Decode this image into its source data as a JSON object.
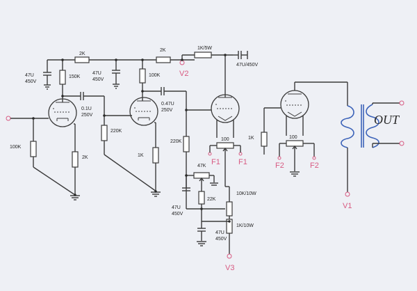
{
  "diagram": {
    "labels": {
      "r_top1": "2K",
      "r_top2": "2K",
      "r_top3": "1K/5W",
      "c_out_filter": "47U/450V",
      "c_left_value": "47U",
      "c_left_voltage": "450V",
      "r_150k": "150K",
      "c_mid_value": "47U",
      "c_mid_voltage": "450V",
      "r_100k_plate": "100K",
      "c_coupling1_value": "0.1U",
      "c_coupling1_voltage": "250V",
      "c_coupling2_value": "0.47U",
      "c_coupling2_voltage": "250V",
      "r_grid1": "100K",
      "r_cath1": "2K",
      "r_grid2": "220K",
      "r_cath2": "1K",
      "r_grid3": "220K",
      "pot_47k": "47K",
      "pot_100_left": "100",
      "pot_100_right": "100",
      "r_1k_mid": "1K",
      "r_22k": "22K",
      "r_10k_10w": "10K/10W",
      "r_1k_10w": "1K/10W",
      "c_bottom_value": "47U",
      "c_bottom_voltage": "450V",
      "c_bottom2_value": "47U",
      "c_bottom2_voltage": "450V",
      "out_label": "OUT"
    },
    "points": {
      "v2": "V2",
      "v1": "V1",
      "v3": "V3",
      "f1_left": "F1",
      "f1_right": "F1",
      "f2_left": "F2",
      "f2_right": "F2"
    },
    "colors": {
      "wire": "#3a3a3a",
      "point_label": "#d85a82",
      "transformer": "#3b62b8",
      "background": "#eef0f5"
    }
  }
}
